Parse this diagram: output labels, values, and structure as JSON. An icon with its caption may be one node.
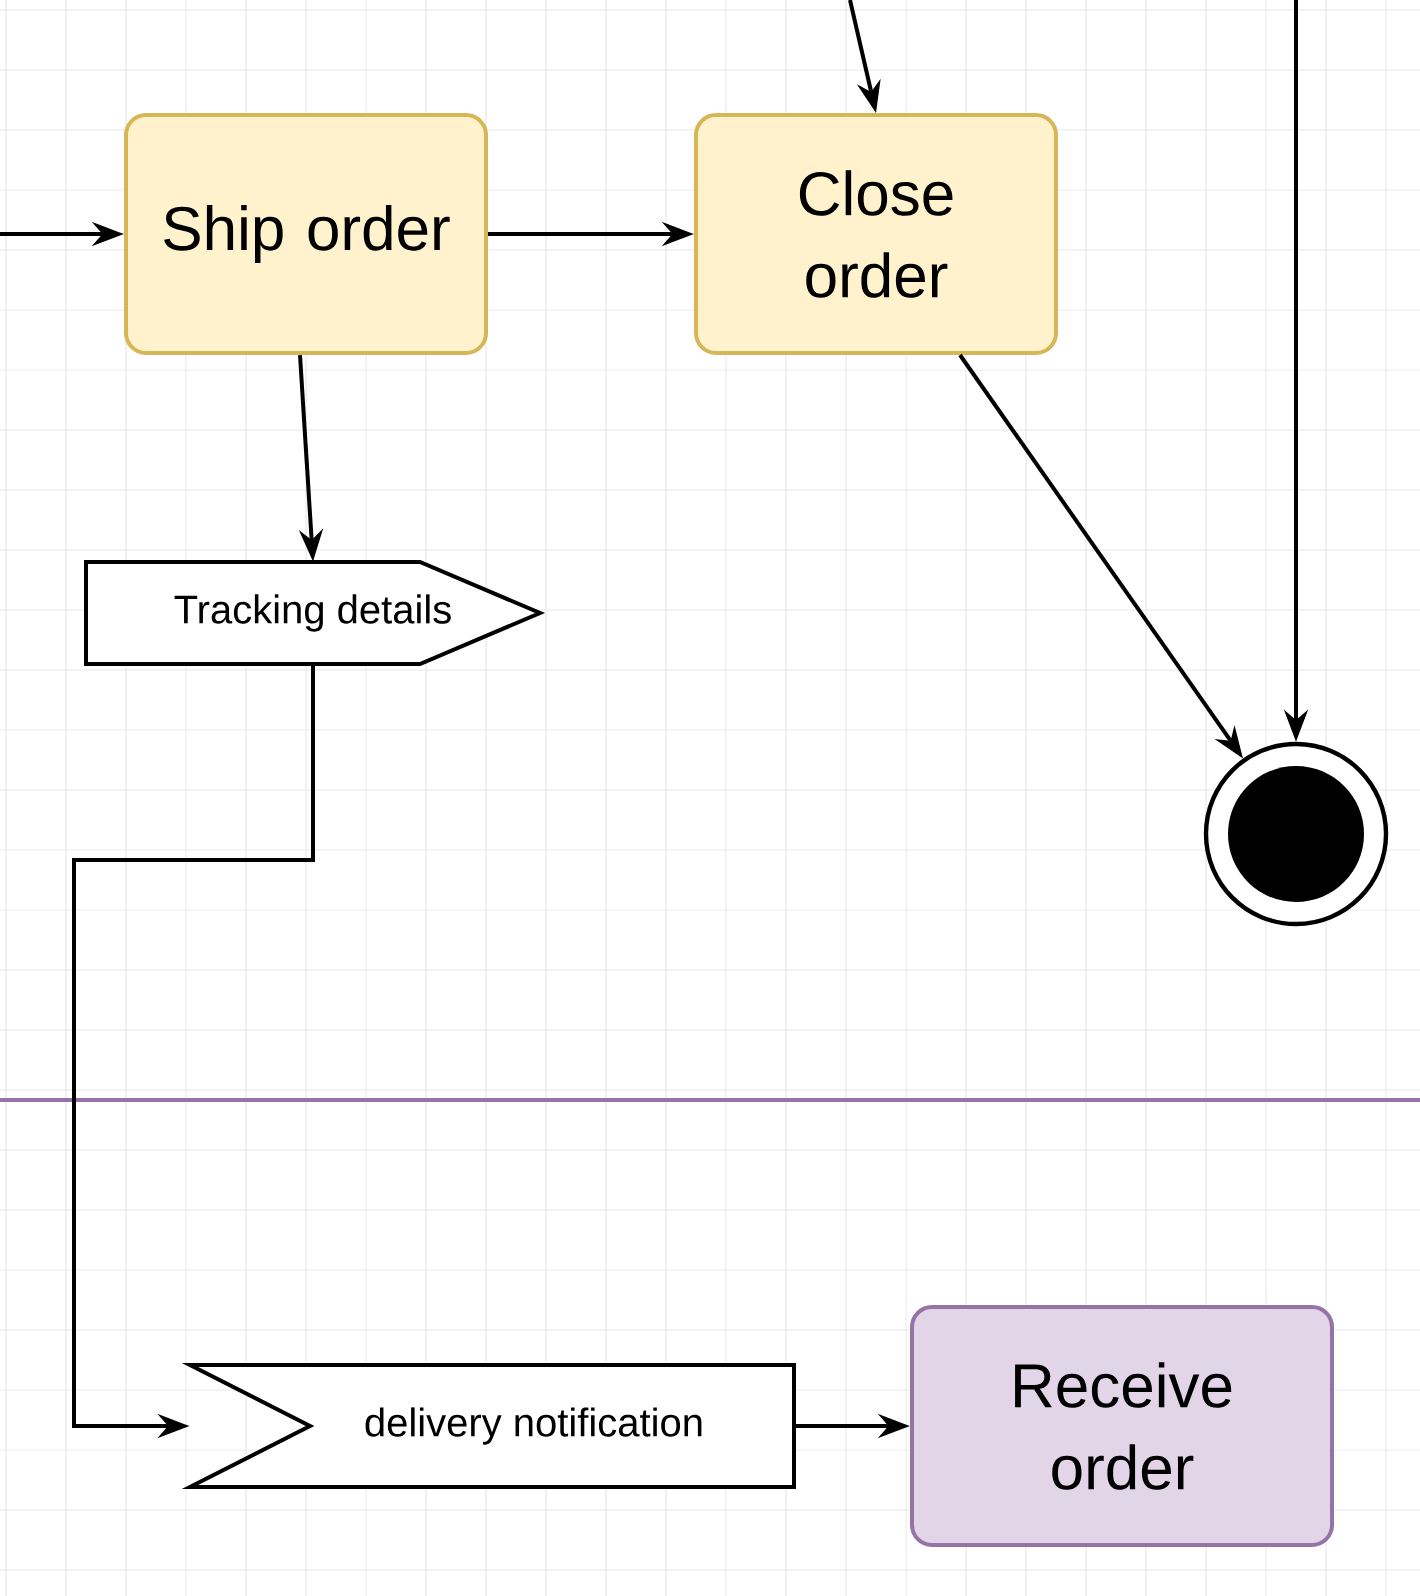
{
  "diagram": {
    "nodes": [
      {
        "text": [
          "Ship order"
        ]
      },
      {
        "text": [
          "Close order"
        ]
      },
      {
        "text": [
          "Tracking details"
        ]
      },
      {
        "text": [],
        "shape": "circle"
      },
      {
        "text": [
          "delivery notification"
        ]
      },
      {
        "text": [
          "Receive order"
        ]
      }
    ],
    "edges": [
      {
        "from": null,
        "to": 0,
        "arrow": "to"
      },
      {
        "from": 0,
        "to": 1,
        "arrow": "to"
      },
      {
        "from": null,
        "to": 1,
        "arrow": "to"
      },
      {
        "from": 0,
        "to": 2,
        "arrow": "to"
      },
      {
        "from": 1,
        "to": 3,
        "arrow": "to"
      },
      {
        "from": null,
        "to": 3,
        "arrow": "to"
      },
      {
        "from": 2,
        "to": 4,
        "arrow": "to"
      },
      {
        "from": 4,
        "to": 5,
        "arrow": "to"
      }
    ]
  }
}
